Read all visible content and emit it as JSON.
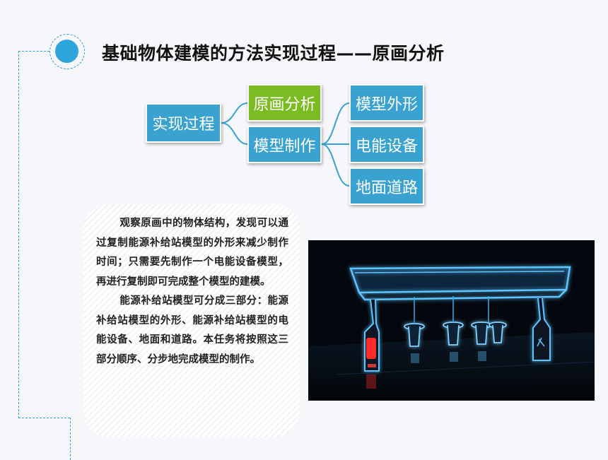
{
  "header": {
    "title": "基础物体建模的方法实现过程——原画分析"
  },
  "diagram": {
    "root": "实现过程",
    "branches": [
      {
        "label": "原画分析",
        "color": "#7cbc23"
      },
      {
        "label": "模型制作",
        "color": "#3aa2d0"
      }
    ],
    "leaves": [
      "模型外形",
      "电能设备",
      "地面道路"
    ]
  },
  "body": {
    "paragraph1": "观察原画中的物体结构，发现可以通过复制能源补给站模型的外形来减少制作时间；只需要先制作一个电能设备模型，再进行复制即可完成整个模型的建模。",
    "paragraph2": "能源补给站模型可分成三部分：能源补给站模型的外形、能源补给站模型的电能设备、地面和道路。本任务将按照这三部分顺序、分步地完成模型的制作。"
  },
  "colors": {
    "accent": "#2ea6dc",
    "box_blue": "#3aa2d0",
    "box_green": "#7cbc23",
    "neon_blue": "#4fb8ff",
    "neon_red": "#ff2a2a"
  },
  "icons": {
    "title_badge": "circle-dot-icon",
    "photo": "neon-energy-station-model"
  }
}
